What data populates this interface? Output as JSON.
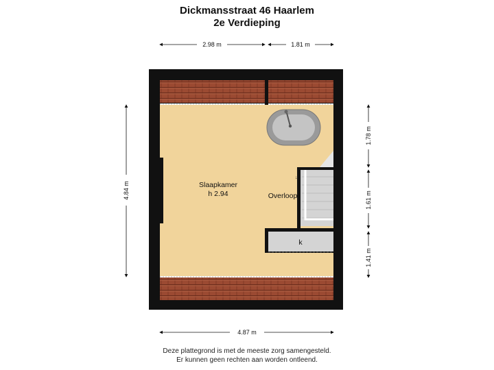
{
  "header": {
    "address": "Dickmansstraat 46 Haarlem",
    "floor": "2e Verdieping"
  },
  "dimensions": {
    "top_left": "2.98 m",
    "top_right": "1.81 m",
    "left": "4.84 m",
    "right_top": "1.78 m",
    "right_middle": "1.61 m",
    "right_bottom": "1.41 m",
    "bottom": "4.87 m"
  },
  "rooms": {
    "bedroom_name": "Slaapkamer",
    "bedroom_height": "h 2.94",
    "landing": "Overloop",
    "storage": "k"
  },
  "footer": {
    "line1": "Deze plattegrond is met de meeste zorg samengesteld.",
    "line2": "Er kunnen geen rechten aan worden ontleend."
  },
  "colors": {
    "floor": "#f1d49b",
    "wall": "#111111",
    "roof_tiles": "#9b4a32",
    "stair": "#d4d4d4"
  }
}
